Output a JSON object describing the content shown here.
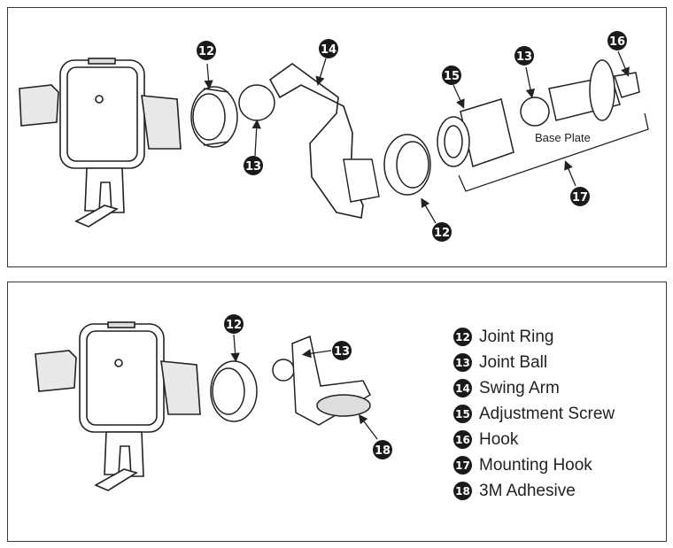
{
  "callouts": {
    "c12": "12",
    "c13": "13",
    "c14": "14",
    "c15": "15",
    "c16": "16",
    "c17": "17",
    "c18": "18"
  },
  "base_plate_label": "Base Plate",
  "legend": [
    {
      "num": "12",
      "text": "Joint Ring"
    },
    {
      "num": "13",
      "text": "Joint Ball"
    },
    {
      "num": "14",
      "text": "Swing Arm"
    },
    {
      "num": "15",
      "text": "Adjustment Screw"
    },
    {
      "num": "16",
      "text": "Hook"
    },
    {
      "num": "17",
      "text": "Mounting Hook"
    },
    {
      "num": "18",
      "text": "3M Adhesive"
    }
  ]
}
